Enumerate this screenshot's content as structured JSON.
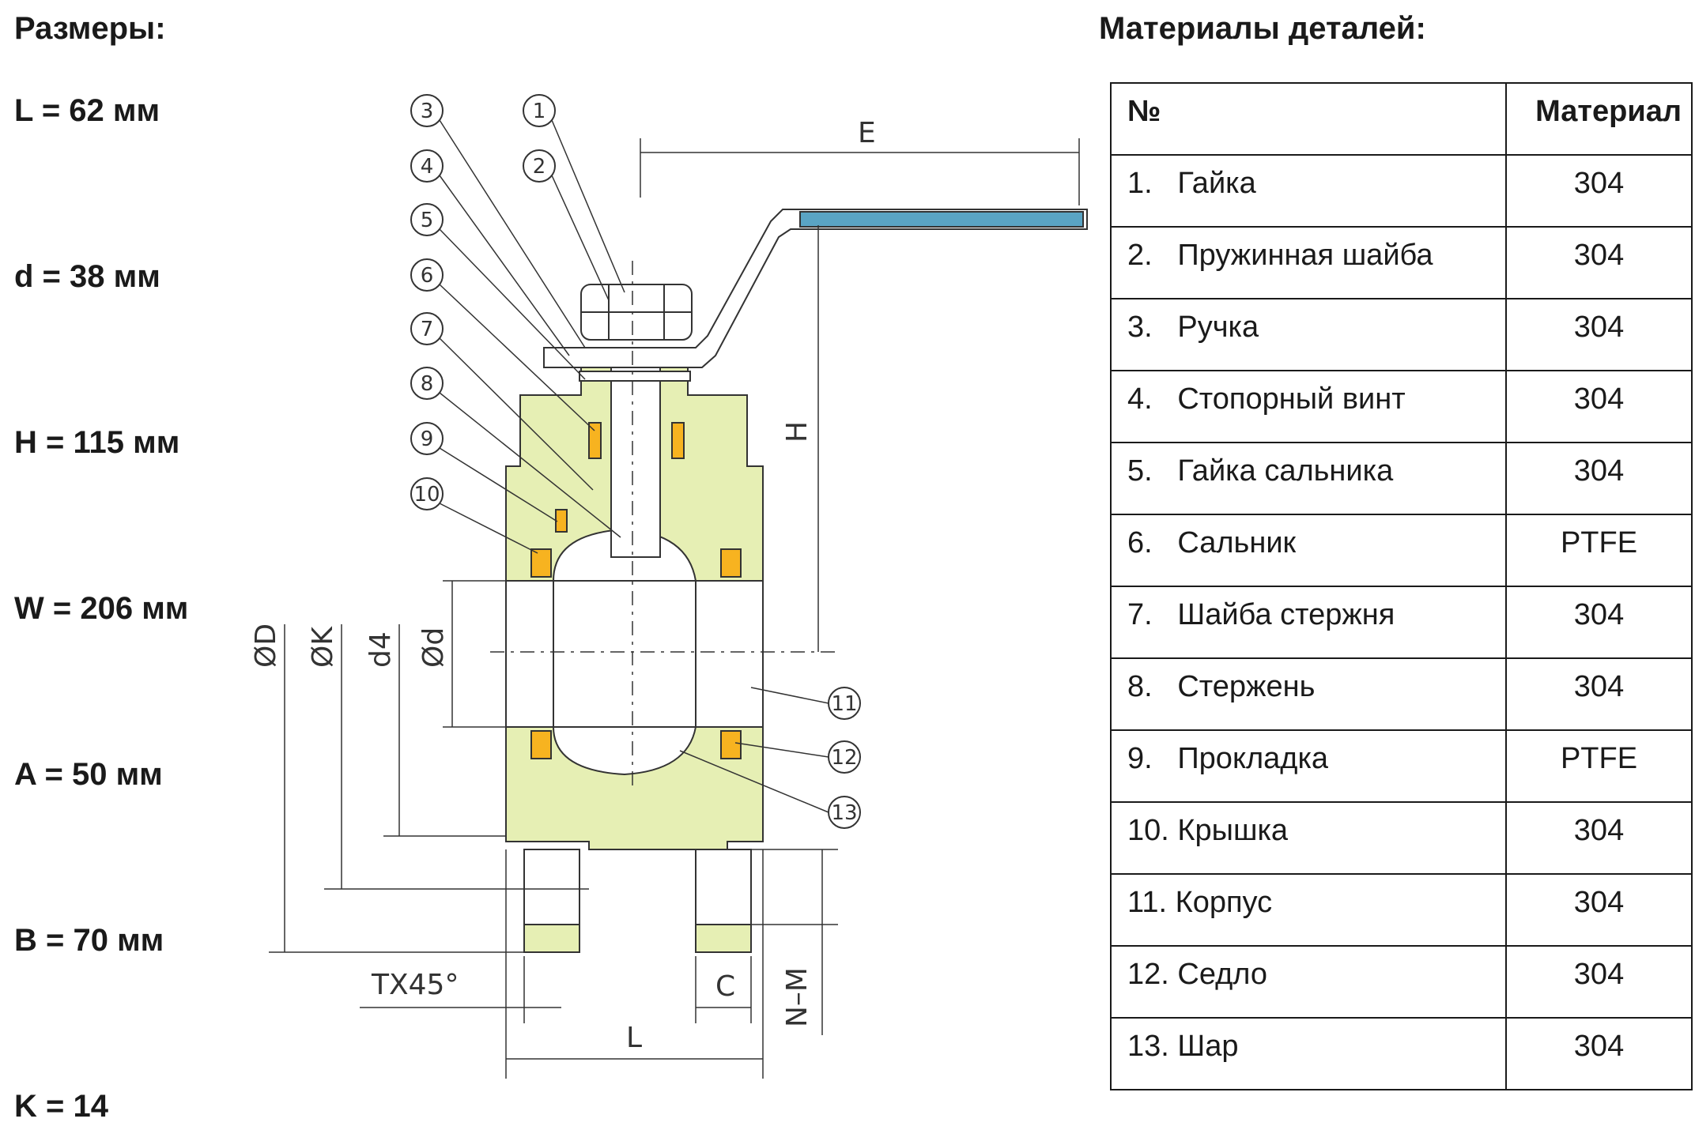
{
  "dimensions": {
    "heading": "Размеры:",
    "items": [
      "L = 62 мм",
      "d = 38 мм",
      "H = 115 мм",
      "W = 206 мм",
      "A = 50 мм",
      "B = 70 мм",
      "K = 14"
    ]
  },
  "drawing": {
    "dim_labels": {
      "E": "E",
      "H": "H",
      "L": "L",
      "C": "C",
      "NM": "N–M",
      "T": "TX45°",
      "D": "ØD",
      "K": "ØK",
      "d4": "d4",
      "d": "Ød"
    },
    "callouts": [
      "1",
      "2",
      "3",
      "4",
      "5",
      "6",
      "7",
      "8",
      "9",
      "10",
      "11",
      "12",
      "13"
    ],
    "colors": {
      "body": "#e6efb4",
      "seal": "#f7b320",
      "handle_grip": "#5aa4c4",
      "line": "#333333"
    }
  },
  "materials": {
    "heading": "Материалы деталей:",
    "columns": [
      "№",
      "Материал"
    ],
    "rows": [
      {
        "name": "1.   Гайка",
        "material": "304"
      },
      {
        "name": "2.   Пружинная шайба",
        "material": "304"
      },
      {
        "name": "3.   Ручка",
        "material": "304"
      },
      {
        "name": "4.   Стопорный винт",
        "material": "304"
      },
      {
        "name": "5.   Гайка сальника",
        "material": "304"
      },
      {
        "name": "6.   Сальник",
        "material": "PTFE"
      },
      {
        "name": "7.   Шайба стержня",
        "material": "304"
      },
      {
        "name": "8.   Стержень",
        "material": "304"
      },
      {
        "name": "9.   Прокладка",
        "material": "PTFE"
      },
      {
        "name": "10. Крышка",
        "material": "304"
      },
      {
        "name": "11. Корпус",
        "material": "304"
      },
      {
        "name": "12. Седло",
        "material": "304"
      },
      {
        "name": "13. Шар",
        "material": "304"
      }
    ]
  }
}
